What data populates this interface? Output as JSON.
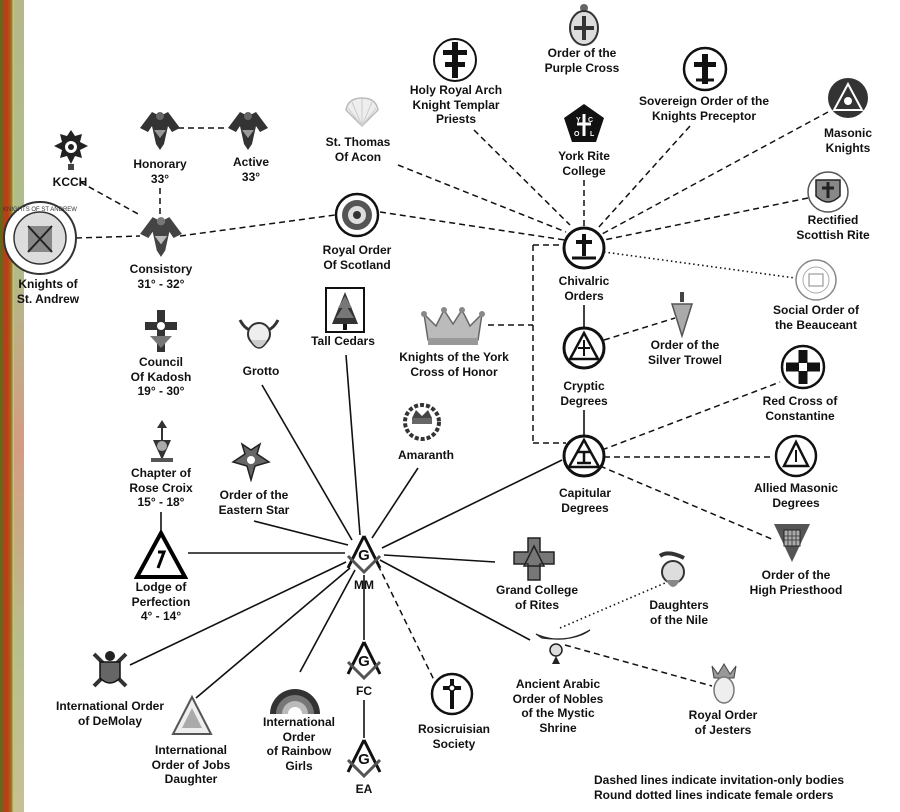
{
  "legend": {
    "line1": "Dashed lines indicate invitation-only bodies",
    "line2": "Round dotted lines indicate female orders"
  },
  "nodes": {
    "kcch": "KCCH",
    "honorary": "Honorary\n33°",
    "active": "Active\n33°",
    "st_andrew": "Knights of\nSt. Andrew",
    "consistory": "Consistory\n31° - 32°",
    "kadosh": "Council\nOf Kadosh\n19° - 30°",
    "rose_croix": "Chapter of\nRose Croix\n15° - 18°",
    "perfection": "Lodge of\nPerfection\n4° - 14°",
    "st_thomas": "St. Thomas\nOf Acon",
    "royal_scotland": "Royal Order\nOf Scotland",
    "holy_royal_arch": "Holy Royal Arch\nKnight Templar\nPriests",
    "purple_cross": "Order of the\nPurple Cross",
    "york_college": "York Rite\nCollege",
    "knights_preceptor": "Sovereign Order of the\nKnights Preceptor",
    "masonic_knights": "Masonic\nKnights",
    "rectified": "Rectified\nScottish Rite",
    "chivalric": "Chivalric\nOrders",
    "beauceant": "Social Order of\nthe Beauceant",
    "tall_cedars": "Tall Cedars",
    "grotto": "Grotto",
    "york_cross": "Knights of the York\nCross of Honor",
    "silver_trowel": "Order of the\nSilver Trowel",
    "cryptic": "Cryptic\nDegrees",
    "red_cross": "Red Cross of\nConstantine",
    "amaranth": "Amaranth",
    "capitular": "Capitular\nDegrees",
    "allied": "Allied Masonic\nDegrees",
    "eastern_star": "Order of the\nEastern Star",
    "high_priesthood": "Order of the\nHigh Priesthood",
    "mm": "MM",
    "grand_college": "Grand College\nof Rites",
    "daughters_nile": "Daughters\nof the Nile",
    "shrine": "Ancient Arabic\nOrder of Nobles\nof the Mystic\nShrine",
    "jesters": "Royal Order\nof Jesters",
    "demolay": "International Order\nof DeMolay",
    "jobs": "International\nOrder of Jobs\nDaughter",
    "rainbow": "International\nOrder\nof Rainbow\nGirls",
    "fc": "FC",
    "ea": "EA",
    "rosicrucian": "Rosicruisian\nSociety",
    "seal_text": "KNIGHTS OF ST ANDREW",
    "york_college_letters": [
      "Y",
      "C",
      "O",
      "L"
    ],
    "mm_letter": "G",
    "fc_letter": "G",
    "ea_letter": "G"
  }
}
